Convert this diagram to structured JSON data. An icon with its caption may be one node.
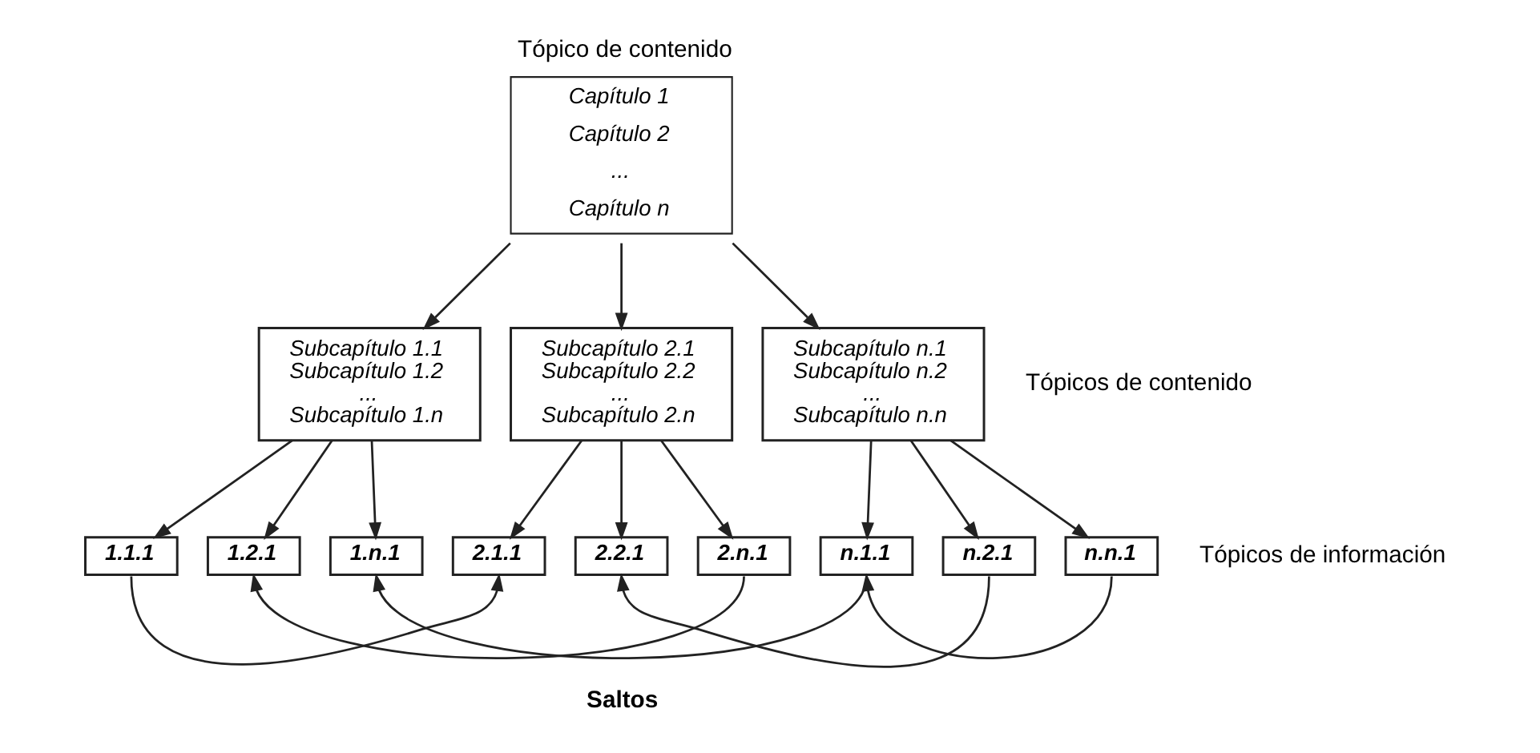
{
  "diagram": {
    "nodes": [
      {
        "text": [
          "Tópico de contenido",
          "Capítulo 1",
          "Capítulo 2",
          "...",
          "Capítulo n"
        ]
      },
      {
        "text": [
          "Subcapítulo 1.1",
          "Subcapítulo 1.2",
          "...",
          "Subcapítulo 1.n"
        ]
      },
      {
        "text": [
          "Subcapítulo 2.1",
          "Subcapítulo 2.2",
          "...",
          "Subcapítulo 2.n"
        ]
      },
      {
        "text": [
          "Subcapítulo n.1",
          "Subcapítulo n.2",
          "...",
          "Subcapítulo n.n"
        ]
      },
      {
        "text": [
          "1.1.1"
        ]
      },
      {
        "text": [
          "1.2.1"
        ]
      },
      {
        "text": [
          "1.n.1"
        ]
      },
      {
        "text": [
          "2.1.1"
        ]
      },
      {
        "text": [
          "2.2.1"
        ]
      },
      {
        "text": [
          "2.n.1"
        ]
      },
      {
        "text": [
          "n.1.1"
        ]
      },
      {
        "text": [
          "n.2.1"
        ]
      },
      {
        "text": [
          "n.n.1"
        ]
      }
    ],
    "edges": [
      {
        "from": 0,
        "to": 1,
        "arrow": "to"
      },
      {
        "from": 0,
        "to": 2,
        "arrow": "to"
      },
      {
        "from": 0,
        "to": 3,
        "arrow": "to"
      },
      {
        "from": 1,
        "to": 4,
        "arrow": "to"
      },
      {
        "from": 1,
        "to": 5,
        "arrow": "to"
      },
      {
        "from": 1,
        "to": 6,
        "arrow": "to"
      },
      {
        "from": 2,
        "to": 7,
        "arrow": "to"
      },
      {
        "from": 2,
        "to": 8,
        "arrow": "to"
      },
      {
        "from": 2,
        "to": 9,
        "arrow": "to"
      },
      {
        "from": 3,
        "to": 10,
        "arrow": "to"
      },
      {
        "from": 3,
        "to": 11,
        "arrow": "to"
      },
      {
        "from": 3,
        "to": 12,
        "arrow": "to"
      },
      {
        "from": 4,
        "to": 7,
        "arrow": "to"
      },
      {
        "from": 9,
        "to": 5,
        "arrow": "to"
      },
      {
        "from": 10,
        "to": 6,
        "arrow": "to"
      },
      {
        "from": 11,
        "to": 8,
        "arrow": "to"
      },
      {
        "from": 12,
        "to": 10,
        "arrow": "to"
      }
    ],
    "labels": [
      "Tópicos de contenido",
      "Tópicos de información",
      "Saltos"
    ]
  }
}
